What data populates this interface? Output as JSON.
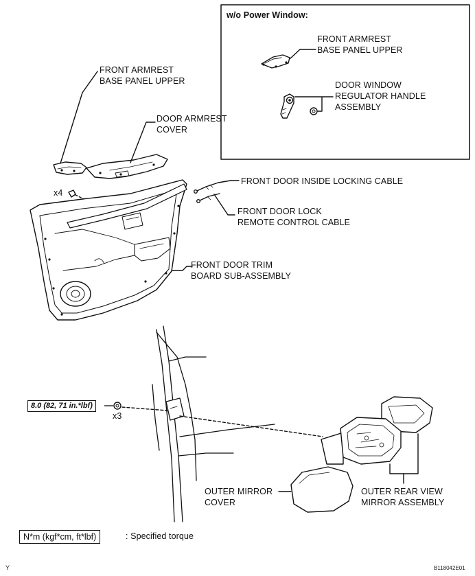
{
  "inset": {
    "title": "w/o Power Window:",
    "armrest_panel_label": "FRONT ARMREST\nBASE PANEL UPPER",
    "handle_label": "DOOR WINDOW\nREGULATOR HANDLE\nASSEMBLY"
  },
  "labels": {
    "armrest_panel": "FRONT ARMREST\nBASE PANEL UPPER",
    "armrest_cover": "DOOR ARMREST\nCOVER",
    "locking_cable": "FRONT DOOR INSIDE LOCKING CABLE",
    "lock_remote_cable": "FRONT DOOR LOCK\nREMOTE CONTROL CABLE",
    "trim_board": "FRONT DOOR TRIM\nBOARD SUB-ASSEMBLY",
    "mirror_cover": "OUTER MIRROR\nCOVER",
    "mirror_assembly": "OUTER REAR VIEW\nMIRROR ASSEMBLY"
  },
  "quantities": {
    "clips": "x4",
    "nuts": "x3"
  },
  "torque": {
    "value": "8.0 (82, 71 in.*lbf)"
  },
  "legend": {
    "units": "N*m (kgf*cm, ft*lbf)",
    "description": ": Specified torque"
  },
  "footer": {
    "corner_mark": "Y",
    "figure_id": "B118042E01"
  }
}
